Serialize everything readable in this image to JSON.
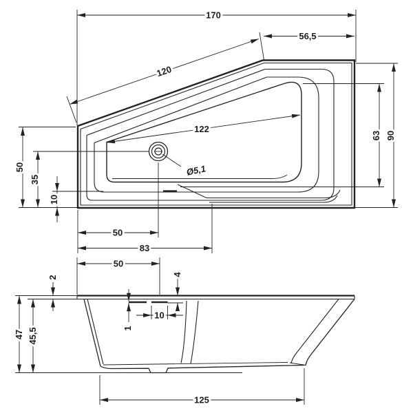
{
  "drawing": {
    "title": "bathtub-technical-drawing",
    "top_view": {
      "overall_length": "170",
      "angled_edge_length": "120",
      "top_right_edge": "56,5",
      "basin_length": "122",
      "drain_diameter": "Ø5,1",
      "left_edge_height": "50",
      "drain_from_bottom": "35",
      "floor_edge_from_bottom": "10",
      "basin_depth_right": "63",
      "overall_width": "90",
      "drain_from_left": "50",
      "step_from_left": "83"
    },
    "side_view": {
      "drain_from_left": "50",
      "rim_thickness": "2",
      "rail_depth": "4",
      "rail_thickness": "1",
      "rail_width": "10",
      "total_height": "47",
      "shell_height": "45,5",
      "base_length": "125"
    },
    "colors": {
      "line": "#222222",
      "background": "#ffffff"
    }
  }
}
